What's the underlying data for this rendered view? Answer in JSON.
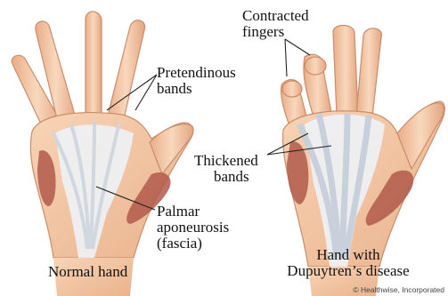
{
  "labels": {
    "pretendinous_bands": [
      "Pretendinous",
      "bands"
    ],
    "palmar_aponeurosis": [
      "Palmar",
      "aponeurosis",
      "(fascia)"
    ],
    "contracted_fingers": [
      "Contracted",
      "fingers"
    ],
    "thickened_bands": [
      "Thickened",
      "bands"
    ]
  },
  "captions": {
    "normal": "Normal hand",
    "disease": [
      "Hand with",
      "Dupuytren’s disease"
    ]
  },
  "credit": "© Healthwise, Incorporated",
  "colors": {
    "skin": "#f4c8a6",
    "skin_outline": "#c98d6b",
    "muscle": "#b05a4a",
    "tendon": "#eef1f5",
    "leader_line": "#222222"
  }
}
